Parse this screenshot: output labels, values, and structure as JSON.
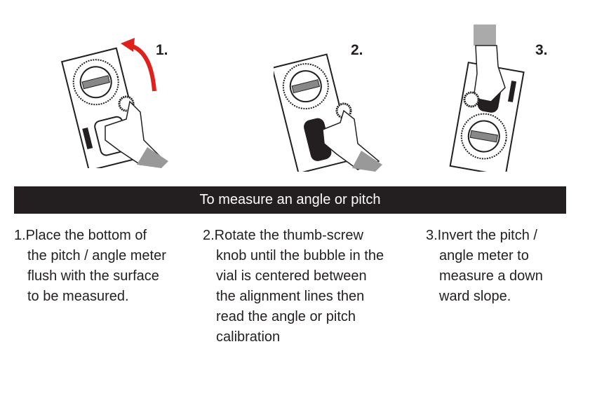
{
  "figure_numbers": [
    "1.",
    "2.",
    "3."
  ],
  "header": "To measure an angle or pitch",
  "steps": [
    {
      "lines": [
        "1.Place the bottom of",
        "the pitch / angle meter",
        "flush with the surface",
        "to be measured."
      ]
    },
    {
      "lines": [
        "2.Rotate the thumb-screw",
        "knob until the bubble in the",
        "vial is centered between",
        "the  alignment lines then",
        "read the angle or pitch",
        "calibration"
      ]
    },
    {
      "lines": [
        "3.Invert the pitch /",
        "angle meter to",
        "measure a down",
        "ward slope."
      ]
    }
  ],
  "colors": {
    "arrow": "#e0201b",
    "bar": "#231f20"
  }
}
